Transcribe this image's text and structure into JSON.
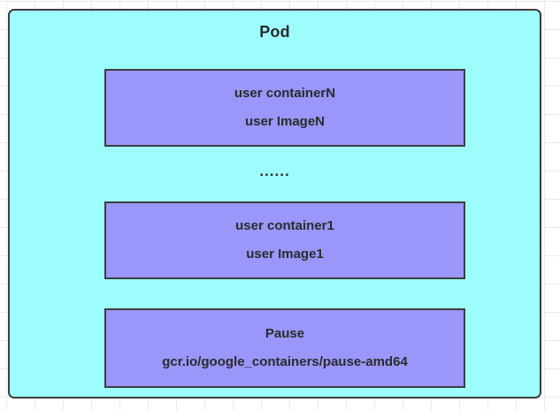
{
  "diagram": {
    "type": "nested-box-diagram",
    "pod": {
      "title": "Pod",
      "fill_color": "#9dfcfc",
      "border_color": "#3d3d3d"
    },
    "ellipsis": "......",
    "containers": [
      {
        "name": "user containerN",
        "image": "user ImageN",
        "fill_color": "#9a96fa"
      },
      {
        "name": "user container1",
        "image": "user Image1",
        "fill_color": "#9a96fa"
      },
      {
        "name": "Pause",
        "image": "gcr.io/google_containers/pause-amd64",
        "fill_color": "#9a96fa"
      }
    ]
  }
}
